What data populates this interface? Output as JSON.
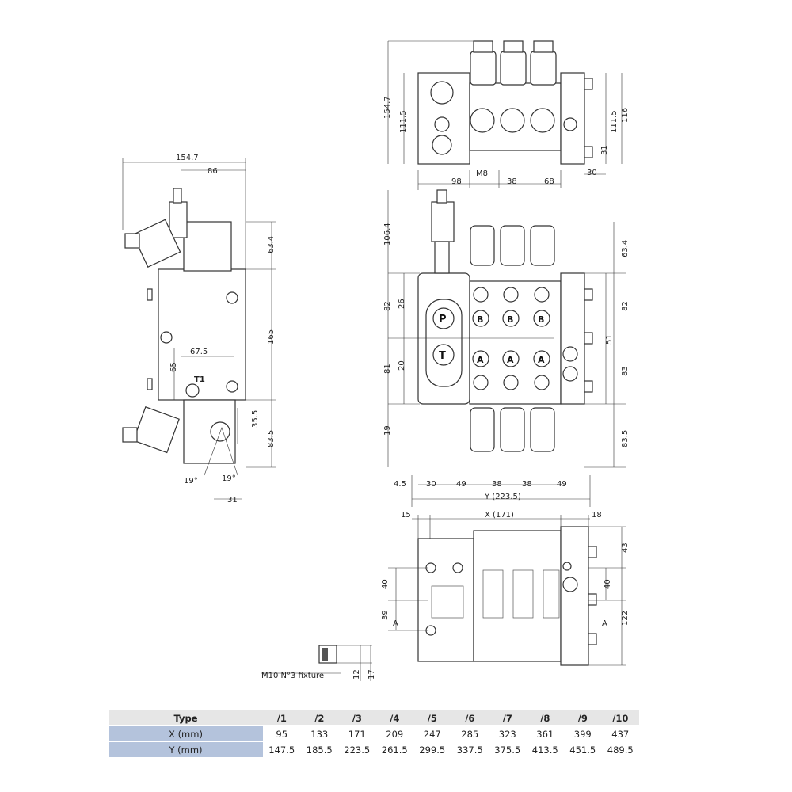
{
  "side_view": {
    "dims": {
      "width_total": "154.7",
      "width_top": "86",
      "h_top": "63.4",
      "h_body": "165",
      "port_x": "67.5",
      "port_y": "65",
      "h_low1": "35.5",
      "h_low2": "83.5",
      "angle_l": "19°",
      "angle_r": "19°",
      "base": "31"
    },
    "port_label": "T1"
  },
  "top_view": {
    "dims": {
      "h_total": "154.7",
      "h_left": "111.5",
      "h_right": "111.5",
      "h_right2": "116",
      "h_bolt": "31",
      "thread": "M8",
      "w_inlet": "98",
      "pitch": "38",
      "w_outlet": "68",
      "w_end": "30"
    }
  },
  "front_view": {
    "dims": {
      "h_top_left": "106.4",
      "h_top_right": "63.4",
      "h_b_left": "82",
      "off_b": "26",
      "off_a": "20",
      "h_a_left": "81",
      "h_bottom": "19",
      "h_b_right": "82",
      "h_mid_right": "51",
      "h_a_right": "83",
      "h_low_right": "83.5",
      "w_edge": "4.5",
      "w_inlet": "30",
      "w_first": "49",
      "pitch1": "38",
      "pitch2": "38",
      "w_last": "49",
      "w_total": "Y (223.5)"
    },
    "ports": {
      "pressure": "P",
      "tank": "T",
      "b": "B",
      "a": "A"
    }
  },
  "bottom_view": {
    "dims": {
      "left": "15",
      "total": "X (171)",
      "right": "18",
      "h_top": "43",
      "h_mid_l": "40",
      "h_mid_r": "40",
      "h_low_l": "39",
      "h_total": "122"
    },
    "section": "A"
  },
  "fixture": {
    "label": "M10 N°3 fixture",
    "d1": "12",
    "d2": "17"
  },
  "table": {
    "header": [
      "Type",
      "/1",
      "/2",
      "/3",
      "/4",
      "/5",
      "/6",
      "/7",
      "/8",
      "/9",
      "/10"
    ],
    "rows": [
      {
        "label": "X (mm)",
        "values": [
          "95",
          "133",
          "171",
          "209",
          "247",
          "285",
          "323",
          "361",
          "399",
          "437"
        ]
      },
      {
        "label": "Y (mm)",
        "values": [
          "147.5",
          "185.5",
          "223.5",
          "261.5",
          "299.5",
          "337.5",
          "375.5",
          "413.5",
          "451.5",
          "489.5"
        ]
      }
    ]
  }
}
